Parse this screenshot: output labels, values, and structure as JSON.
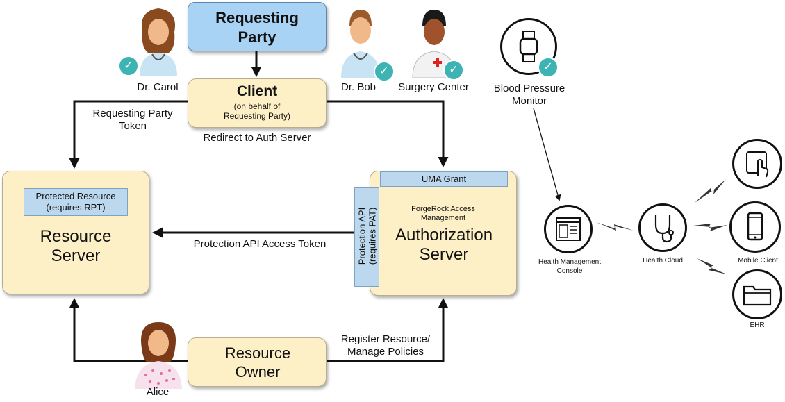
{
  "requesting_party": {
    "title": "Requesting Party"
  },
  "client": {
    "title": "Client",
    "subtitle": "(on behalf of Requesting Party)"
  },
  "resource_server": {
    "title": "Resource Server",
    "tag": "Protected Resource (requires RPT)"
  },
  "auth_server": {
    "vendor": "ForgeRock Access Management",
    "title": "Authorization Server",
    "grant_tag": "UMA Grant",
    "protection_tag": "Protection API (requires PAT)"
  },
  "resource_owner": {
    "title": "Resource Owner"
  },
  "edges": {
    "rpt": "Requesting Party Token",
    "redirect": "Redirect to Auth Server",
    "pat_token": "Protection API Access Token",
    "register": "Register Resource/ Manage Policies"
  },
  "people": {
    "carol": "Dr. Carol",
    "bob": "Dr. Bob",
    "surgery": "Surgery Center",
    "alice": "Alice"
  },
  "devices": {
    "bp_monitor": "Blood Pressure Monitor",
    "hmc": "Health Management Console",
    "health_cloud": "Health Cloud",
    "mobile_client": "Mobile Client",
    "ehr": "EHR"
  },
  "icons": {
    "badge": "check-badge-icon",
    "watch": "watch-icon",
    "console": "console-window-icon",
    "stethoscope": "stethoscope-icon",
    "tablet_touch": "tablet-touch-icon",
    "phone": "phone-icon",
    "folder": "folder-icon",
    "bolt": "lightning-bolt-icon"
  },
  "colors": {
    "box_fill": "#fdf0c6",
    "tag_fill": "#bcd8ee",
    "requesting_fill": "#a9d3f5",
    "badge": "#3db3b3"
  }
}
